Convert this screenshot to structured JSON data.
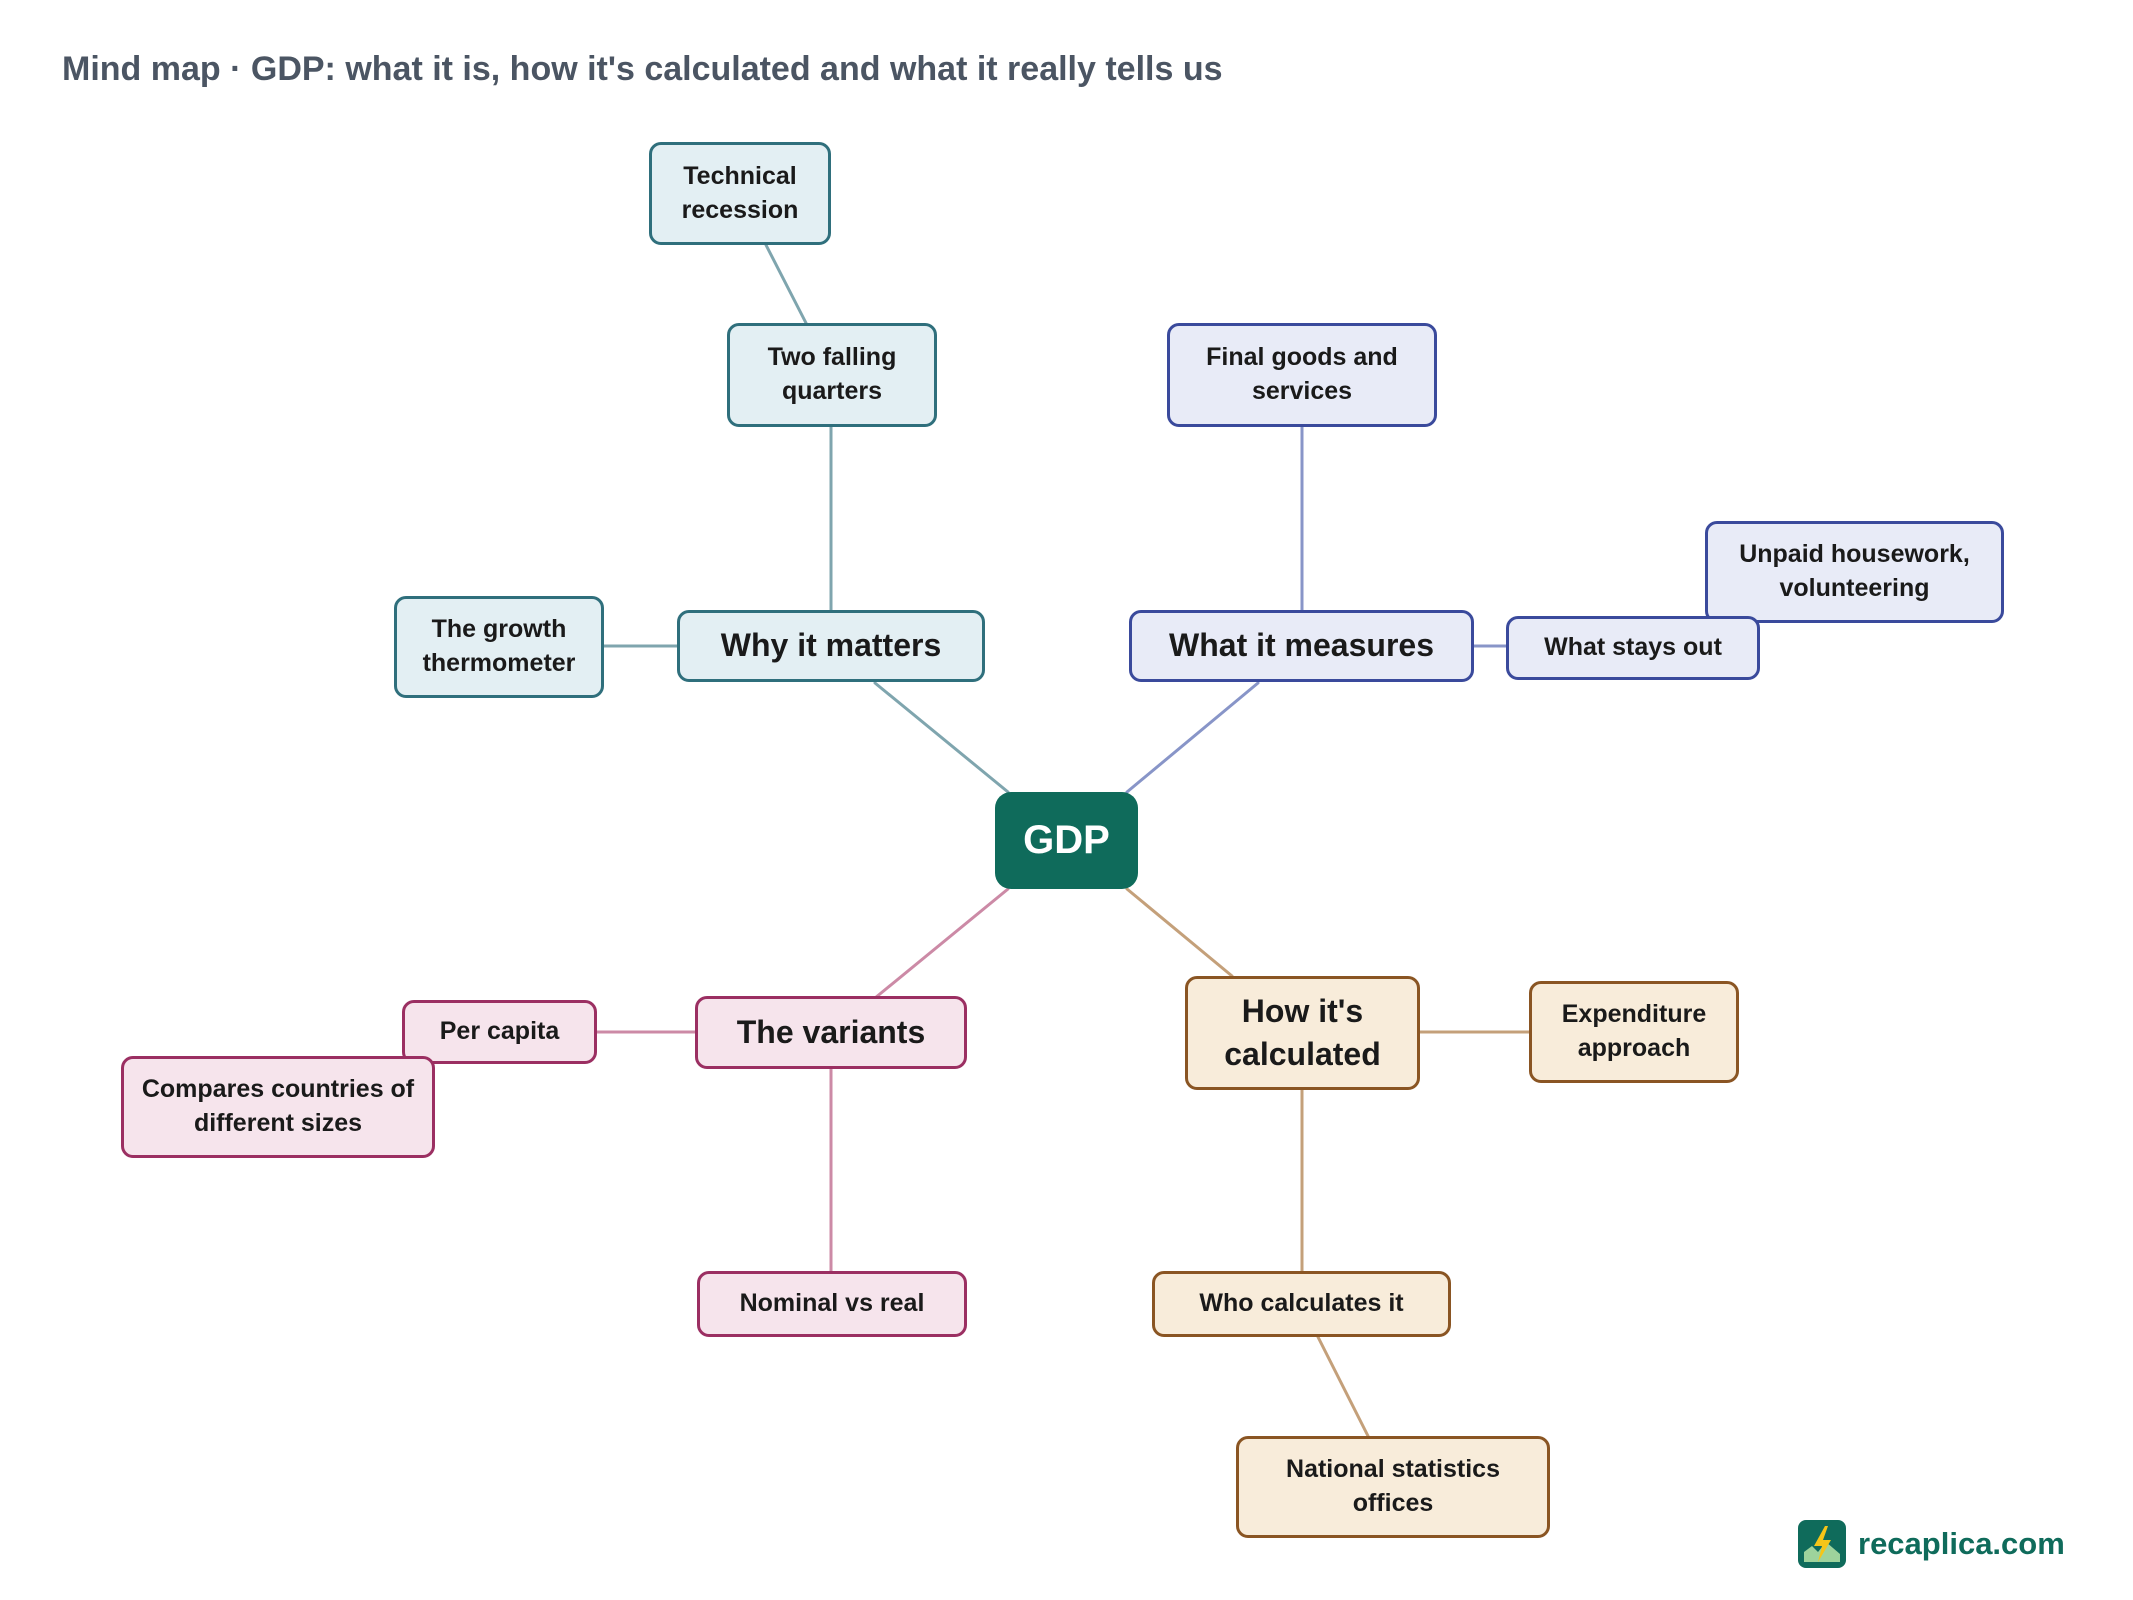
{
  "title": "Mind map · GDP: what it is, how it's calculated and what it really tells us",
  "center": "GDP",
  "branches": {
    "why": {
      "label": "Why it matters",
      "items": {
        "two_falling": "Two falling quarters",
        "technical_recession": "Technical recession",
        "growth_thermometer": "The growth thermometer"
      }
    },
    "measures": {
      "label": "What it measures",
      "items": {
        "final_goods": "Final goods and services",
        "stays_out": "What stays out",
        "unpaid": "Unpaid housework, volunteering"
      }
    },
    "variants": {
      "label": "The variants",
      "items": {
        "per_capita": "Per capita",
        "compares": "Compares countries of different sizes",
        "nominal": "Nominal vs real"
      }
    },
    "calculated": {
      "label": "How it's calculated",
      "items": {
        "expenditure": "Expenditure approach",
        "who": "Who calculates it",
        "national": "National statistics offices"
      }
    }
  },
  "brand": {
    "name": "recaplica.com",
    "icon": "lightning-icon"
  },
  "colors": {
    "center": "#0f6b5b",
    "teal": "#2f6f7c",
    "indigo": "#3a4a9c",
    "rose": "#9b2f62",
    "amber": "#8a5523"
  }
}
